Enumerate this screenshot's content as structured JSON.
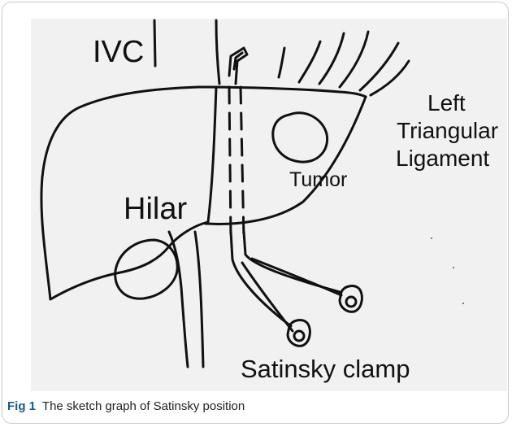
{
  "figure": {
    "labels": {
      "ivc": "IVC",
      "left": "Left",
      "triangular": "Triangular",
      "ligament": "Ligament",
      "tumor": "Tumor",
      "hilar": "Hilar",
      "clamp": "Satinsky clamp"
    },
    "caption": {
      "label": "Fig 1",
      "text": "The sketch graph of Satinsky position"
    },
    "colors": {
      "ink": "#111111",
      "background": "#f1f1f1",
      "caption_label": "#1c5a7a"
    }
  }
}
